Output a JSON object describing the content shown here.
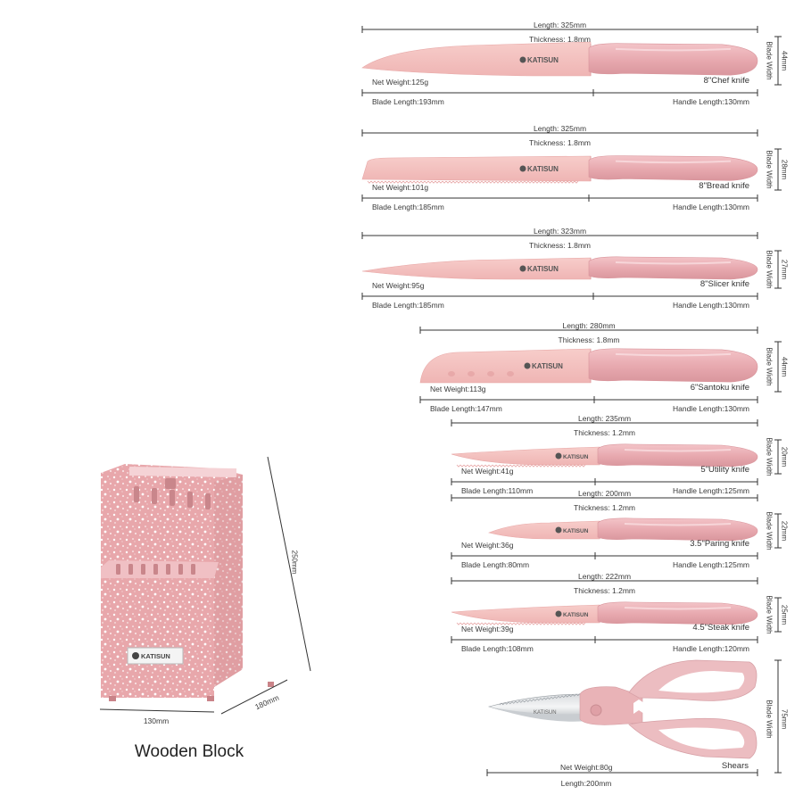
{
  "brand": "KATISUN",
  "knives": [
    {
      "name": "8\"Chef knife",
      "length": "Length: 325mm",
      "thickness": "Thickness: 1.8mm",
      "net_weight": "Net Weight:125g",
      "blade_length": "Blade Length:193mm",
      "handle_length": "Handle Length:130mm",
      "blade_width_label": "Blade Width",
      "blade_width": "44mm"
    },
    {
      "name": "8\"Bread knife",
      "length": "Length: 325mm",
      "thickness": "Thickness: 1.8mm",
      "net_weight": "Net Weight:101g",
      "blade_length": "Blade Length:185mm",
      "handle_length": "Handle Length:130mm",
      "blade_width_label": "Blade Width",
      "blade_width": "28mm"
    },
    {
      "name": "8\"Slicer knife",
      "length": "Length: 323mm",
      "thickness": "Thickness: 1.8mm",
      "net_weight": "Net Weight:95g",
      "blade_length": "Blade Length:185mm",
      "handle_length": "Handle Length:130mm",
      "blade_width_label": "Blade Width",
      "blade_width": "27mm"
    },
    {
      "name": "6\"Santoku knife",
      "length": "Length: 280mm",
      "thickness": "Thickness: 1.8mm",
      "net_weight": "Net Weight:113g",
      "blade_length": "Blade Length:147mm",
      "handle_length": "Handle Length:130mm",
      "blade_width_label": "Blade Width",
      "blade_width": "44mm"
    },
    {
      "name": "5\"Utility knife",
      "length": "Length: 235mm",
      "thickness": "Thickness: 1.2mm",
      "net_weight": "Net Weight:41g",
      "blade_length": "Blade Length:110mm",
      "handle_length": "Handle Length:125mm",
      "blade_width_label": "Blade Width",
      "blade_width": "20mm"
    },
    {
      "name": "3.5\"Paring knife",
      "length": "Length: 200mm",
      "thickness": "Thickness: 1.2mm",
      "net_weight": "Net Weight:36g",
      "blade_length": "Blade Length:80mm",
      "handle_length": "Handle Length:125mm",
      "blade_width_label": "Blade Width",
      "blade_width": "22mm"
    },
    {
      "name": "4.5\"Steak knife",
      "length": "Length: 222mm",
      "thickness": "Thickness: 1.2mm",
      "net_weight": "Net Weight:39g",
      "blade_length": "Blade Length:108mm",
      "handle_length": "Handle Length:120mm",
      "blade_width_label": "Blade Width",
      "blade_width": "25mm"
    }
  ],
  "shears": {
    "name": "Shears",
    "net_weight": "Net Weight:80g",
    "length": "Length:200mm",
    "blade_width_label": "Blade Width",
    "blade_width": "75mm"
  },
  "block": {
    "caption": "Wooden Block",
    "height": "250mm",
    "width": "130mm",
    "depth": "180mm"
  },
  "colors": {
    "pink": "#f2bfbf",
    "pink_dark": "#e3a5a8",
    "handle": "#e9aeb3",
    "line": "#333333"
  }
}
